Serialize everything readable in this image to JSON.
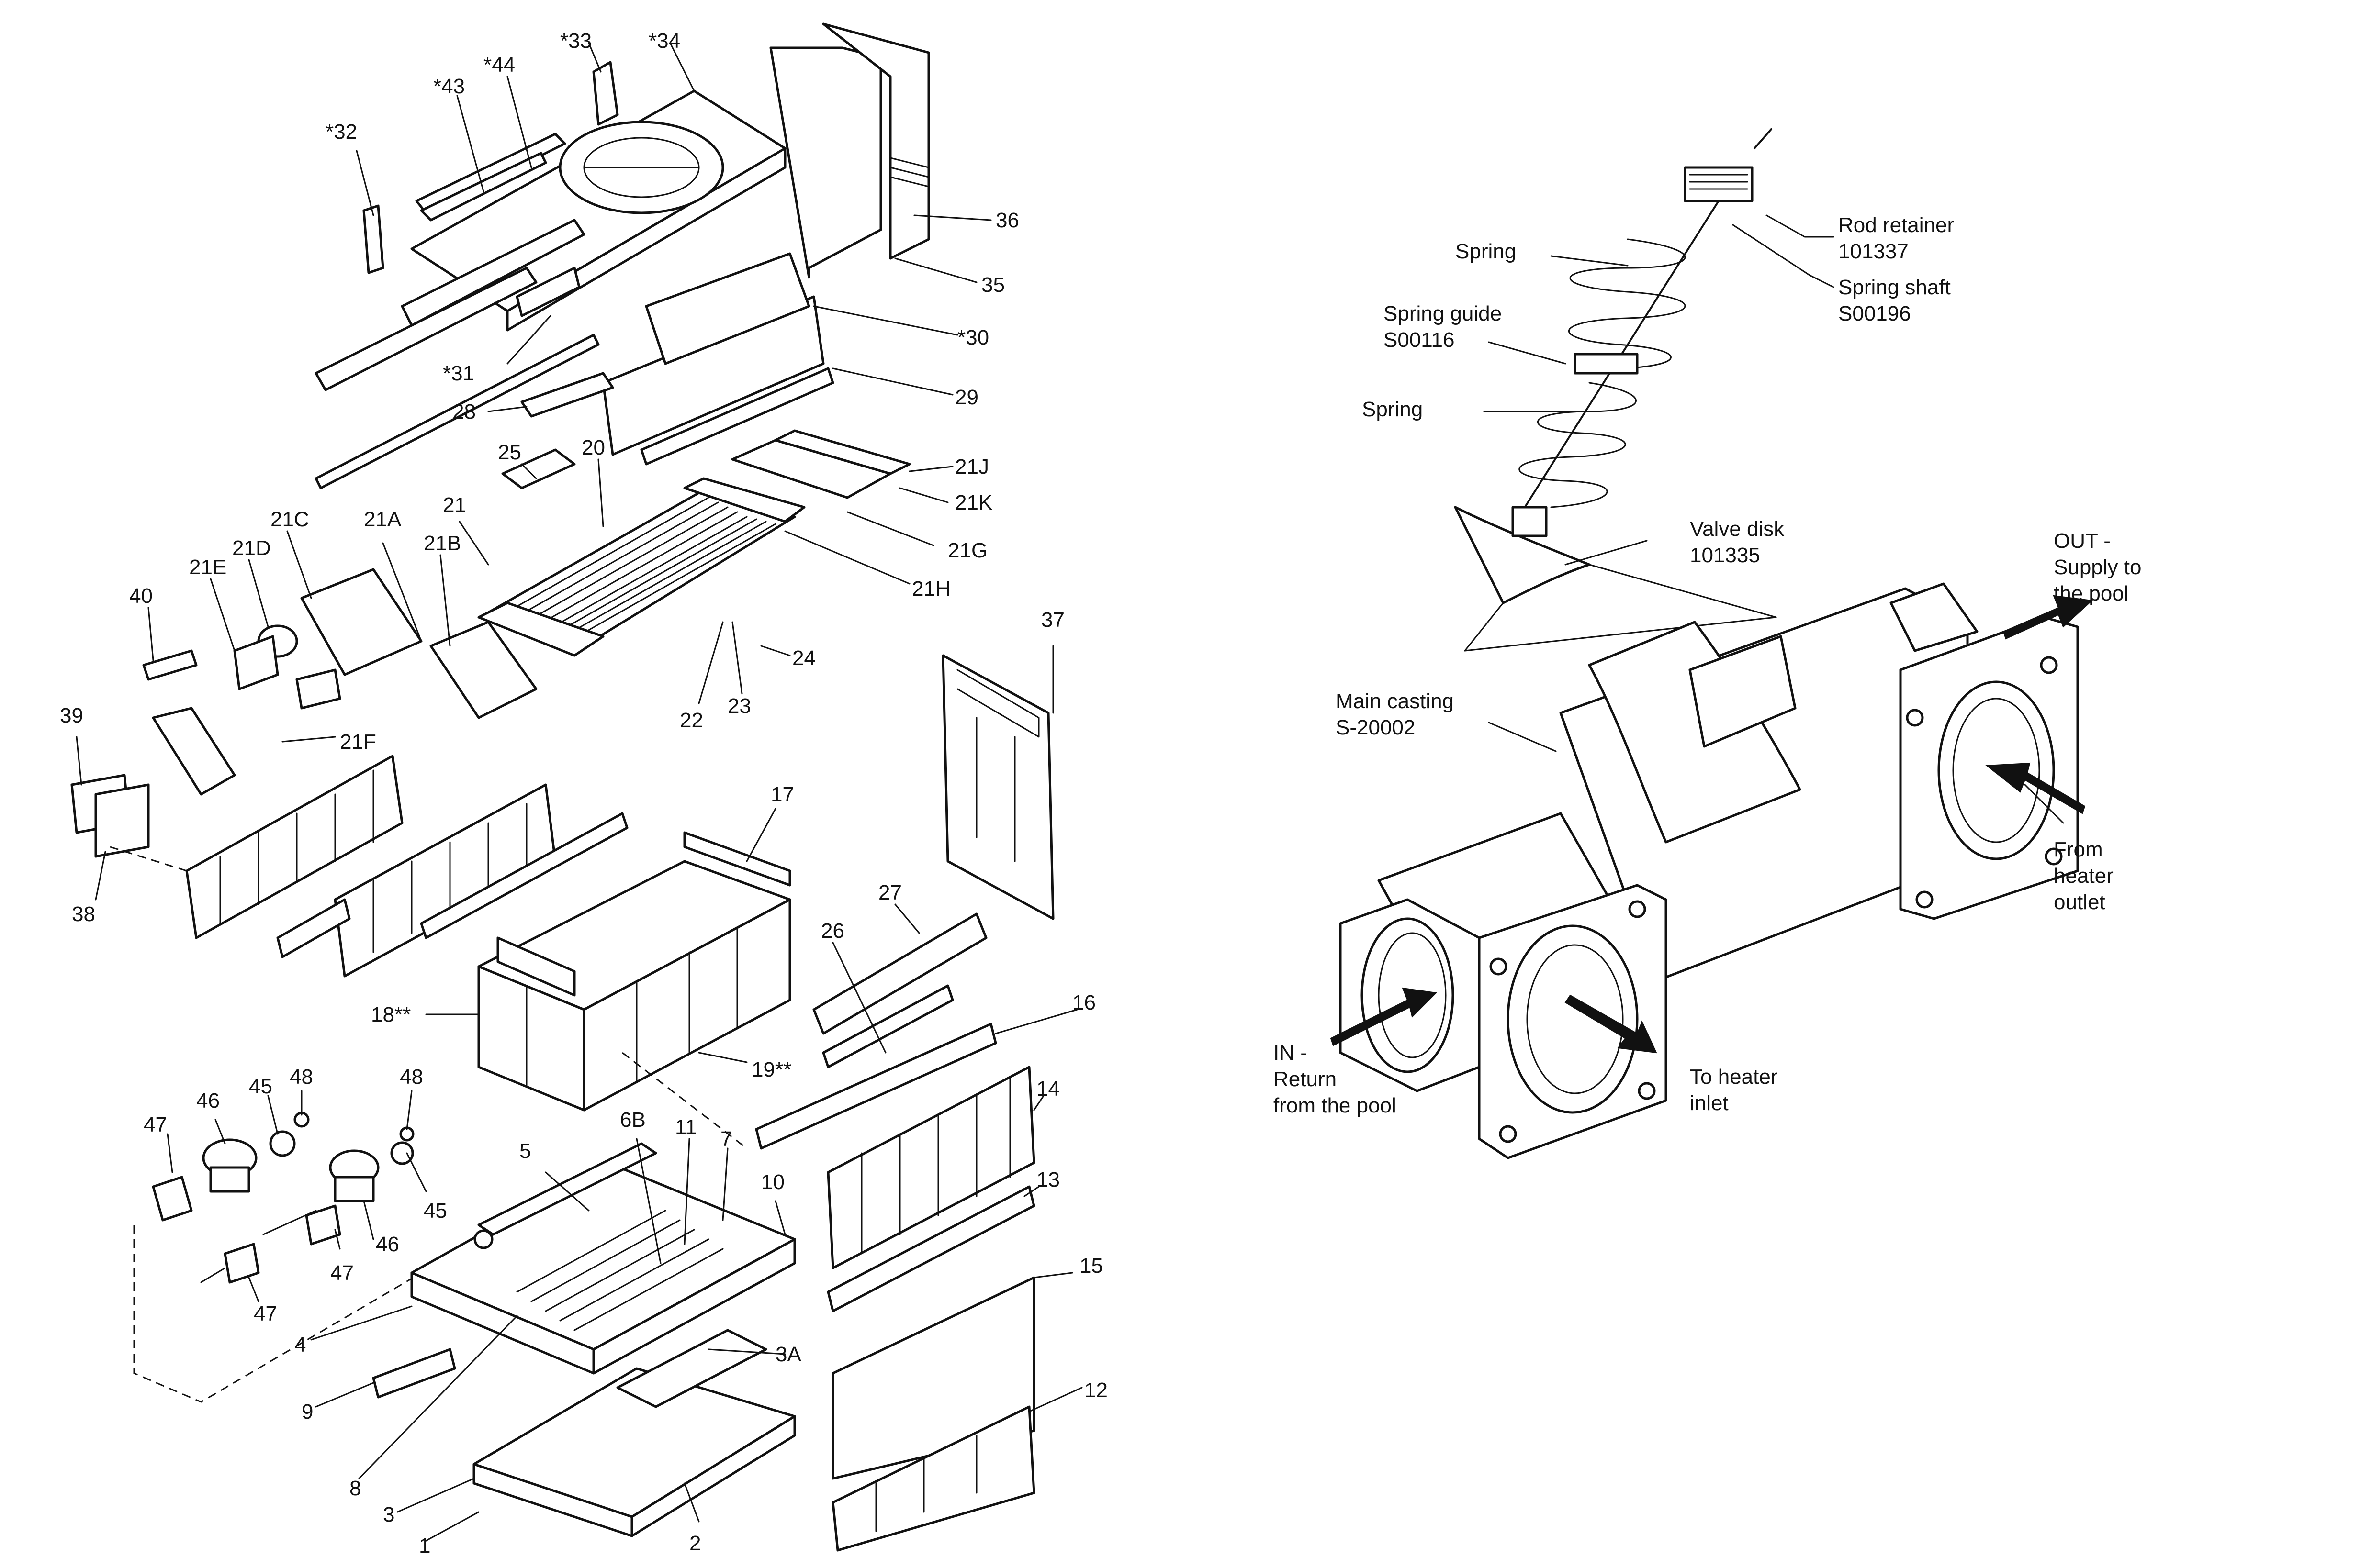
{
  "left_diagram": {
    "labels": {
      "p32": "*32",
      "p43": "*43",
      "p44": "*44",
      "p33": "*33",
      "p34": "*34",
      "p36": "36",
      "p35": "35",
      "p30": "*30",
      "p31": "*31",
      "p28": "28",
      "p29": "29",
      "p25": "25",
      "p20": "20",
      "p21J": "21J",
      "p21K": "21K",
      "p21G": "21G",
      "p21H": "21H",
      "p21": "21",
      "p21C": "21C",
      "p21A": "21A",
      "p21D": "21D",
      "p21B": "21B",
      "p21E": "21E",
      "p40": "40",
      "p24": "24",
      "p22": "22",
      "p23": "23",
      "p37": "37",
      "p21F": "21F",
      "p39": "39",
      "p38": "38",
      "p17": "17",
      "p27": "27",
      "p26": "26",
      "p16": "16",
      "p18": "18**",
      "p19": "19**",
      "p48a": "48",
      "p48b": "48",
      "p47a": "47",
      "p46a": "46",
      "p45a": "45",
      "p14": "14",
      "p5": "5",
      "p6B": "6B",
      "p11": "11",
      "p7": "7",
      "p10": "10",
      "p13": "13",
      "p45b": "45",
      "p46b": "46",
      "p47b": "47",
      "p47c": "47",
      "p15": "15",
      "p4": "4",
      "p3A": "3A",
      "p9": "9",
      "p12": "12",
      "p8": "8",
      "p3": "3",
      "p1": "1",
      "p2": "2"
    }
  },
  "right_diagram": {
    "rod_retainer": [
      "Rod retainer",
      "101337"
    ],
    "spring_top": "Spring",
    "spring_shaft": [
      "Spring shaft",
      "S00196"
    ],
    "spring_guide": [
      "Spring guide",
      "S00116"
    ],
    "spring_bottom": "Spring",
    "valve_disk": [
      "Valve disk",
      "101335"
    ],
    "out_supply": [
      "OUT -",
      "Supply to",
      "the pool"
    ],
    "main_casting": [
      "Main casting",
      "S-20002"
    ],
    "from_heater": [
      "From",
      "heater",
      "outlet"
    ],
    "in_return": [
      "IN -",
      "Return",
      "from the pool"
    ],
    "to_heater": [
      "To heater",
      "inlet"
    ]
  }
}
